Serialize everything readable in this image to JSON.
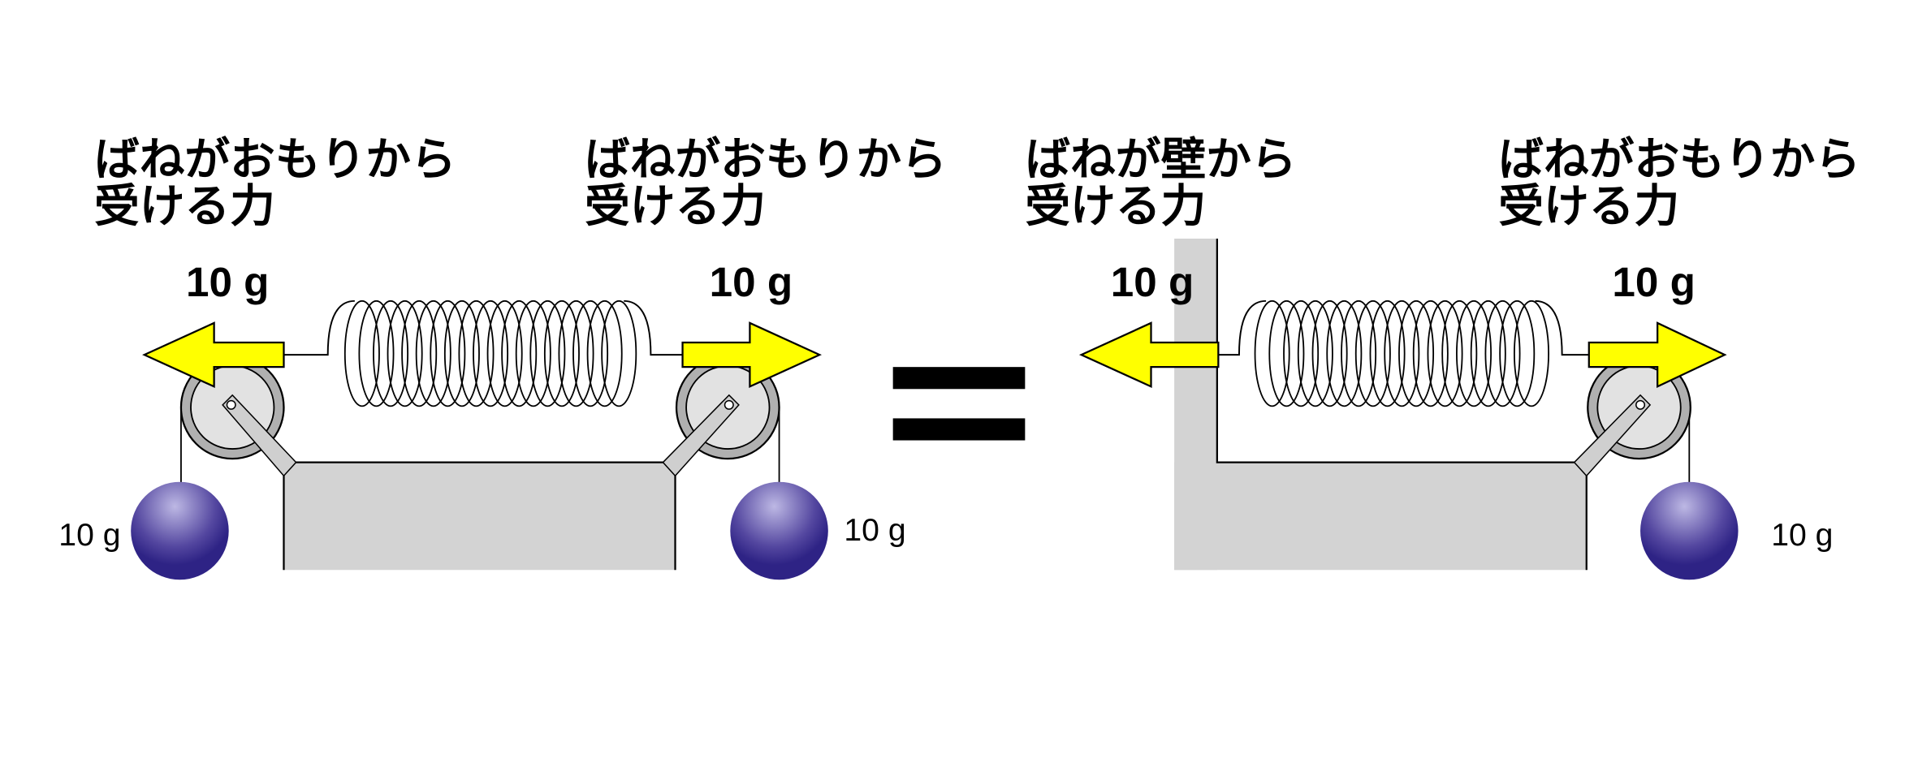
{
  "left_diagram": {
    "label_left": {
      "line1": "ばねがおもりから",
      "line2": "受ける力"
    },
    "label_right": {
      "line1": "ばねがおもりから",
      "line2": "受ける力"
    },
    "force_left": "10 g",
    "force_right": "10 g",
    "weight_left": "10 g",
    "weight_right": "10 g"
  },
  "equals_sign": "=",
  "right_diagram": {
    "label_left": {
      "line1": "ばねが壁から",
      "line2": "受ける力"
    },
    "label_right": {
      "line1": "ばねがおもりから",
      "line2": "受ける力"
    },
    "force_left": "10 g",
    "force_right": "10 g",
    "weight_right": "10 g"
  },
  "colors": {
    "arrow": "#ffff00",
    "ball": "#2e2385",
    "block": "#d3d3d3",
    "pulley": "#e2e2e2"
  }
}
